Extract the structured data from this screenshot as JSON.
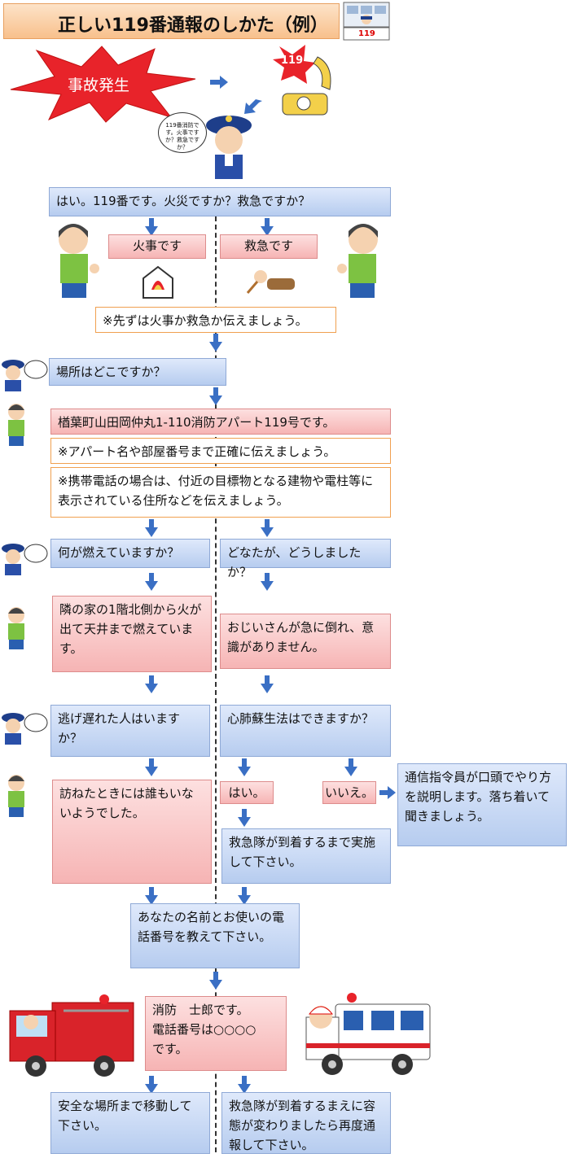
{
  "title": "正しい119番通報のしかた（例）",
  "header_icon_label": "119",
  "accident_label": "事故発生",
  "phone_label": "119",
  "dispatcher_bubble": "119番消防です。火事ですか？救急ですか？",
  "q1": "はい。119番です。火災ですか？救急ですか？",
  "fire_label": "火事です",
  "ambulance_label": "救急です",
  "note1": "※先ずは火事か救急か伝えましょう。",
  "q2": "場所はどこですか？",
  "address": "楢葉町山田岡仲丸1-110消防アパート119号です。",
  "note2": "※アパート名や部屋番号まで正確に伝えましょう。",
  "note3": "※携帯電話の場合は、付近の目標物となる建物や電柱等に表示されている住所などを伝えましょう。",
  "q_fire": "何が燃えていますか？",
  "q_amb": "どなたが、どうしましたか？",
  "a_fire": "隣の家の1階北側から火が出て天井まで燃えています。",
  "a_amb": "おじいさんが急に倒れ、意識がありません。",
  "q_fire2": "逃げ遅れた人はいますか？",
  "q_amb2": "心肺蘇生法はできますか？",
  "a_fire2": "訪ねたときには誰もいないようでした。",
  "yes_label": "はい。",
  "no_label": "いいえ。",
  "no_result": "通信指令員が口頭でやり方を説明します。落ち着いて聞きましょう。",
  "yes_result": "救急隊が到着するまで実施して下さい。",
  "q_name": "あなたの名前とお使いの電話番号を教えて下さい。",
  "a_name_line1": "消防　士郎です。",
  "a_name_line2": "電話番号は○○○○",
  "a_name_line3": "です。",
  "end_fire": "安全な場所まで移動して下さい。",
  "end_amb": "救急隊が到着するまえに容態が変わりましたら再度通報して下さい。",
  "colors": {
    "arrow": "#3a6fc4",
    "blue_box": "#b6ccef",
    "red_box": "#f6b4b4",
    "note_border": "#f0a050"
  }
}
